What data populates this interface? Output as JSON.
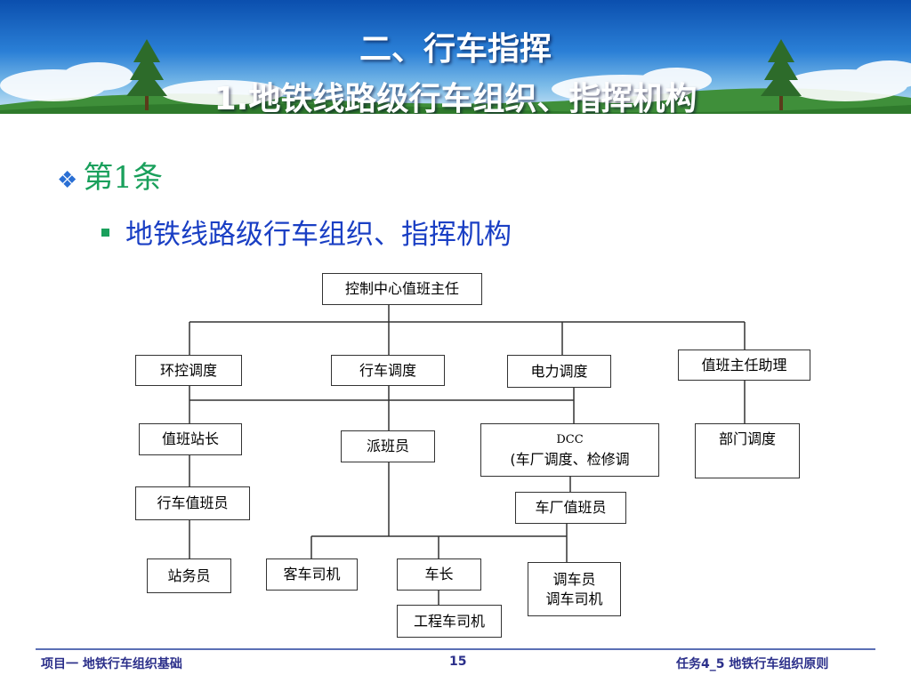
{
  "header": {
    "title": "二、行车指挥",
    "subtitle": "1.地铁线路级行车组织、指挥机构"
  },
  "content": {
    "bullet1": "第1条",
    "bullet2": "地铁线路级行车组织、指挥机构"
  },
  "diagram": {
    "root": "控制中心值班主任",
    "dept_env": "环控调度",
    "dept_traffic": "行车调度",
    "dept_power": "电力调度",
    "assistant": "值班主任助理",
    "station_master": "值班站长",
    "dispatcher": "派班员",
    "dcc_line1": "DCC",
    "dcc_line2": "(车厂调度、检修调",
    "dept_dispatch": "部门调度",
    "station_duty": "行车值班员",
    "depot_duty": "车厂值班员",
    "station_staff": "站务员",
    "bus_driver": "客车司机",
    "conductor": "车长",
    "shunter_line1": "调车员",
    "shunter_line2": "调车司机",
    "engineering_driver": "工程车司机"
  },
  "footer": {
    "left": "项目一  地铁行车组织基础",
    "page": "15",
    "right": "任务4_5   地铁行车组织原则"
  }
}
